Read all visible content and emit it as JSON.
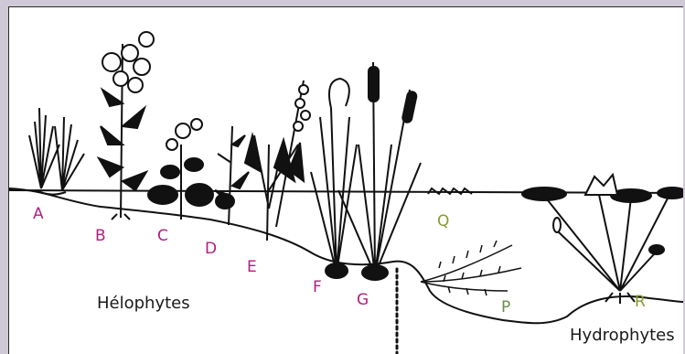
{
  "colors": {
    "plant_label": "#b0207e",
    "aquatic_label": "#8a9a2e",
    "ink": "#111111"
  },
  "labels": {
    "A": "A",
    "B": "B",
    "C": "C",
    "D": "D",
    "E": "E",
    "F": "F",
    "G": "G",
    "P": "P",
    "Q": "Q",
    "R": "R"
  },
  "groups": {
    "helophytes": "Hélophytes",
    "hydrophytes": "Hydrophytes"
  }
}
